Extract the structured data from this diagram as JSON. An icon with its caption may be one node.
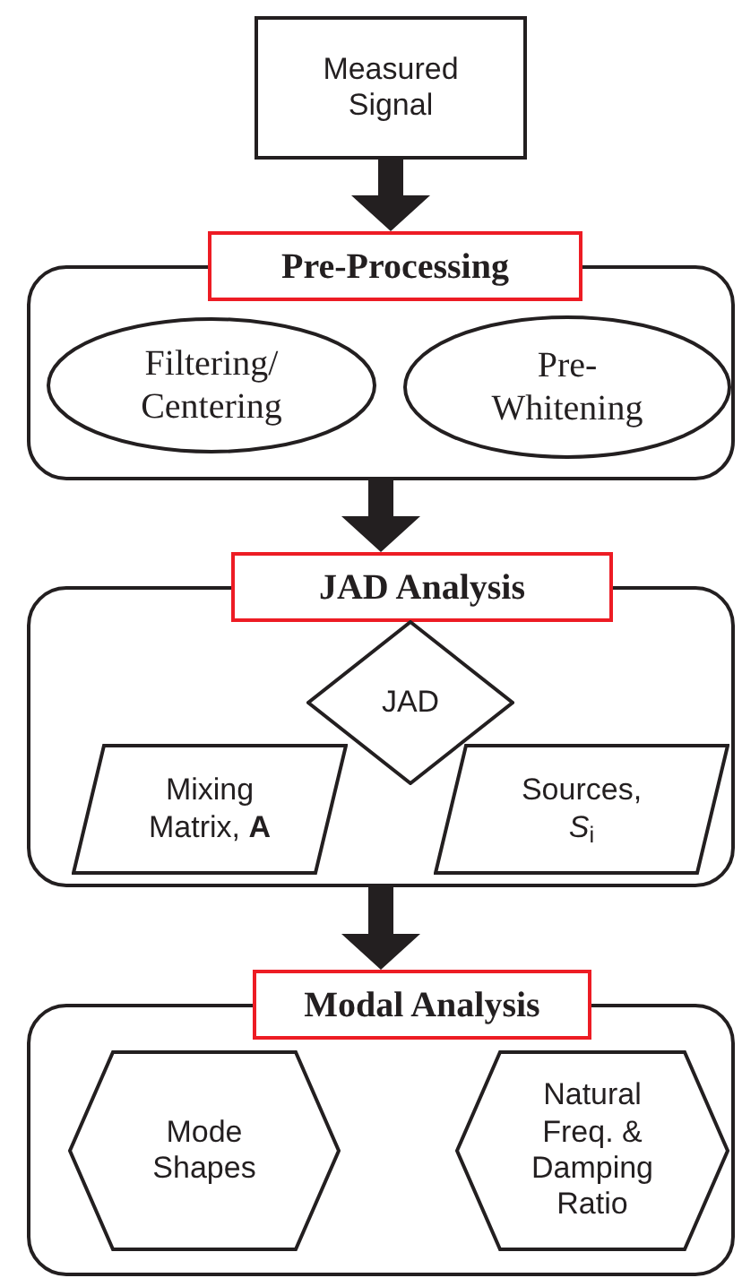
{
  "diagram": {
    "nodes": [
      {
        "text": [
          "Measured Signal"
        ]
      },
      {
        "text": [
          "Pre-Processing"
        ]
      },
      {
        "text": [
          "Filtering/ Centering"
        ],
        "in": 1
      },
      {
        "text": [
          "Pre- Whitening"
        ],
        "in": 1
      },
      {
        "text": [
          "JAD Analysis"
        ]
      },
      {
        "text": [
          "JAD"
        ],
        "in": 4
      },
      {
        "text": [
          "Mixing Matrix, **A**"
        ],
        "in": 4
      },
      {
        "text": [
          "Sources, *S*$_{i}$"
        ],
        "in": 4
      },
      {
        "text": [
          "Modal Analysis"
        ]
      },
      {
        "text": [
          "Mode Shapes"
        ],
        "in": 8
      },
      {
        "text": [
          "Natural Freq. & Damping Ratio"
        ],
        "in": 8
      }
    ],
    "edges": [
      {
        "from": 0,
        "to": 1,
        "arrow": "to",
        "style": "thick"
      },
      {
        "from": 1,
        "to": 4,
        "arrow": "to",
        "style": "thick"
      },
      {
        "from": 4,
        "to": 8,
        "arrow": "to",
        "style": "thick"
      }
    ]
  }
}
